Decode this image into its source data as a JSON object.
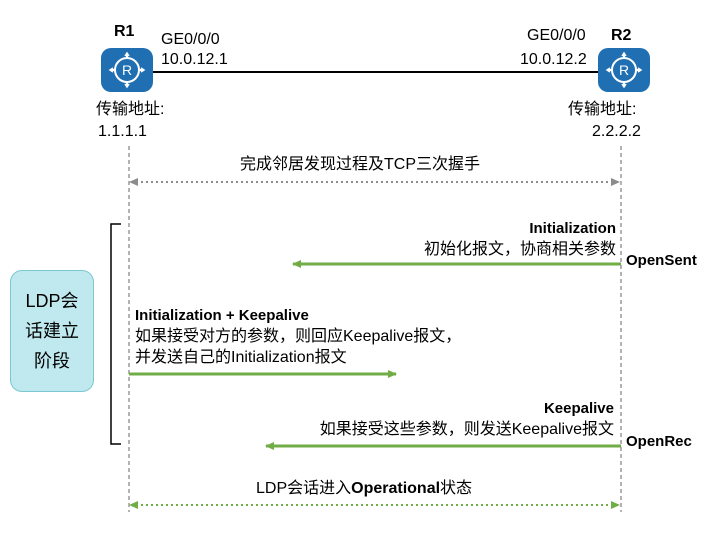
{
  "routers": {
    "r1": {
      "name": "R1",
      "port": "GE0/0/0",
      "ip": "10.0.12.1",
      "transport_label": "传输地址:",
      "transport_addr": "1.1.1.1"
    },
    "r2": {
      "name": "R2",
      "port": "GE0/0/0",
      "ip": "10.0.12.2",
      "transport_label": "传输地址:",
      "transport_addr": "2.2.2.2"
    }
  },
  "phase": {
    "line1": "LDP会",
    "line2": "话建立",
    "line3": "阶段"
  },
  "steps": {
    "discovery": {
      "text": "完成邻居发现过程及TCP三次握手"
    },
    "init_r2": {
      "title": "Initialization",
      "desc": "初始化报文，协商相关参数",
      "state": "OpenSent"
    },
    "init_r1": {
      "title": "Initialization + Keepalive",
      "desc1": "如果接受对方的参数，则回应Keepalive报文，",
      "desc2": "并发送自己的Initialization报文"
    },
    "keepalive_r2": {
      "title": "Keepalive",
      "desc": "如果接受这些参数，则发送Keepalive报文",
      "state": "OpenRec"
    },
    "operational": {
      "prefix": "LDP会话进入",
      "bold": "Operational",
      "suffix": "状态"
    }
  },
  "colors": {
    "router": "#1f6fb2",
    "arrow_green": "#70ad47",
    "phase_fill": "#bfe9ee",
    "gray_dotted": "#8c8c8c"
  },
  "icons": [
    "router-icon"
  ]
}
